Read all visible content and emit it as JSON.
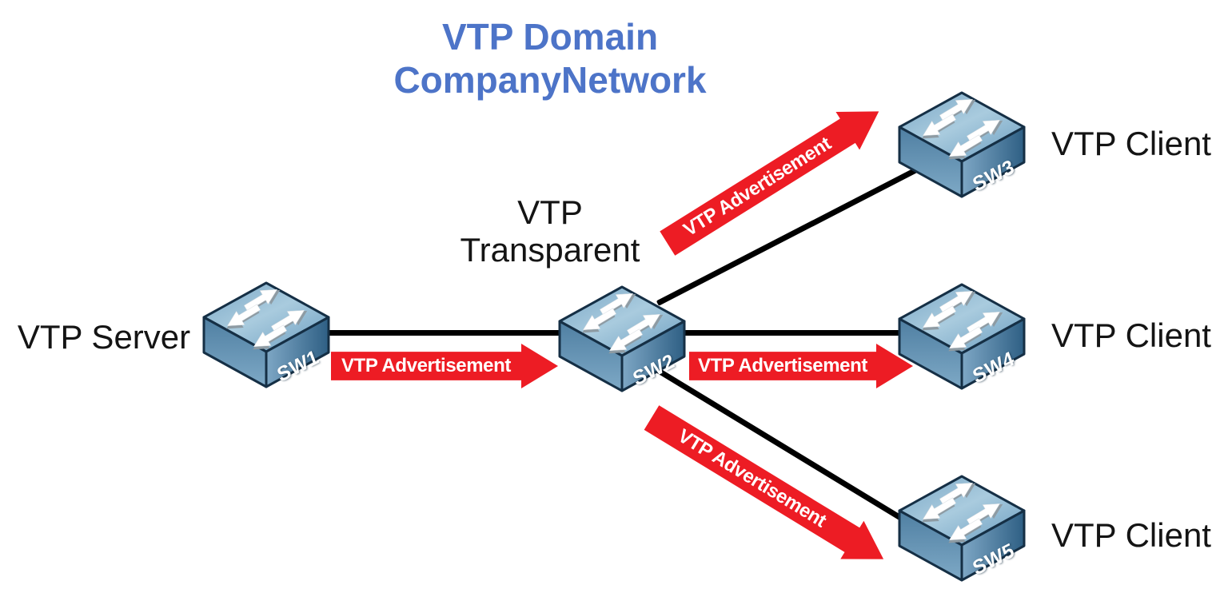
{
  "diagram": {
    "title": {
      "line1": "VTP Domain",
      "line2": "CompanyNetwork"
    },
    "colors": {
      "title_blue": "#4D74C8",
      "arrow_red": "#ED1C24",
      "arrow_text": "#FFFFFF",
      "link_black": "#000000",
      "switch_top_blue": "#9FC3D8",
      "switch_side_blue": "#366688"
    }
  },
  "nodes": [
    {
      "name": "SW1",
      "role": "VTP Server"
    },
    {
      "name": "SW2",
      "role": "VTP Transparent"
    },
    {
      "name": "SW3",
      "role": "VTP Client"
    },
    {
      "name": "SW4",
      "role": "VTP Client"
    },
    {
      "name": "SW5",
      "role": "VTP Client"
    }
  ],
  "advertisement": {
    "label": "VTP Advertisement"
  },
  "links": [
    {
      "from": "SW1",
      "to": "SW2"
    },
    {
      "from": "SW2",
      "to": "SW3"
    },
    {
      "from": "SW2",
      "to": "SW4"
    },
    {
      "from": "SW2",
      "to": "SW5"
    }
  ],
  "icons": {
    "switch": "switch-icon"
  }
}
